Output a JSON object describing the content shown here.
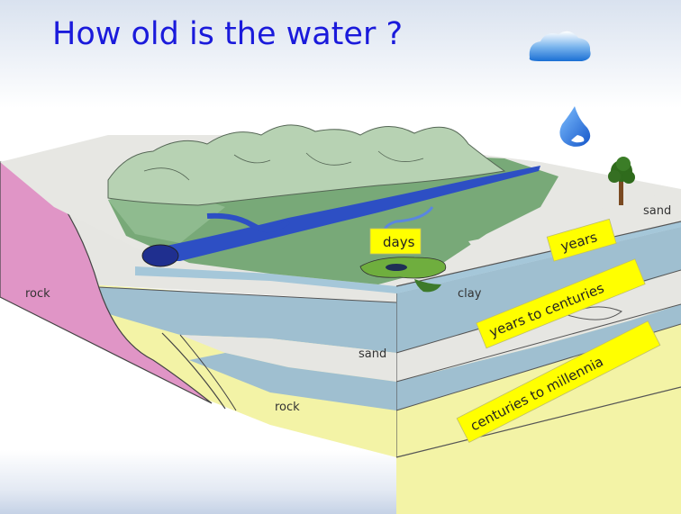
{
  "title": "How old is the water ?",
  "labels": {
    "rock_left": "rock",
    "clay": "clay",
    "sand_top": "sand",
    "sand_middle": "sand",
    "rock_bottom": "rock"
  },
  "age_tags": {
    "days": "days",
    "years": "years",
    "years_to_centuries": "years to centuries",
    "centuries_to_millennia": "centuries to millennia"
  },
  "colors": {
    "title": "#1a1adb",
    "tag_fill": "#ffff00",
    "rock": "#f3f3a6",
    "rock_side": "#e095c6",
    "aquifer": "#9fbfd0",
    "clay_top": "#a5c7d9",
    "sand": "#e6e6e2",
    "hills": "#b7d2b3",
    "valley": "#78a978",
    "river": "#2d4fc4"
  },
  "icons": [
    "cloud-icon",
    "water-drop-icon",
    "tree-icon"
  ]
}
